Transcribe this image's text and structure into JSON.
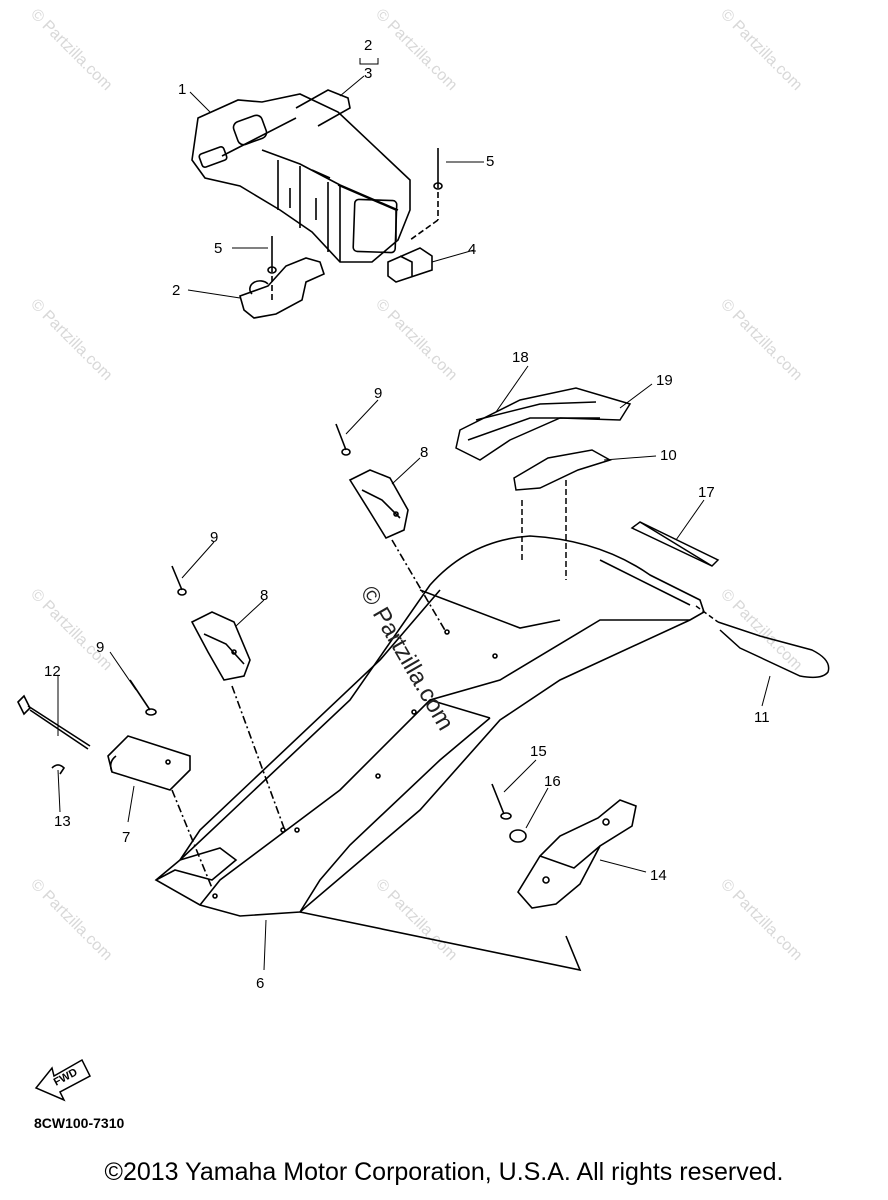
{
  "watermark_text": "© Partzilla.com",
  "watermark_center": "© Partzilla.com",
  "callouts": [
    "1",
    "2",
    "3",
    "2",
    "5",
    "5",
    "4",
    "18",
    "19",
    "9",
    "8",
    "10",
    "17",
    "9",
    "8",
    "9",
    "12",
    "7",
    "13",
    "11",
    "15",
    "16",
    "14",
    "6"
  ],
  "fwd_label": "FWD",
  "part_code": "8CW100-7310",
  "copyright": "©2013 Yamaha Motor Corporation, U.S.A. All rights reserved."
}
